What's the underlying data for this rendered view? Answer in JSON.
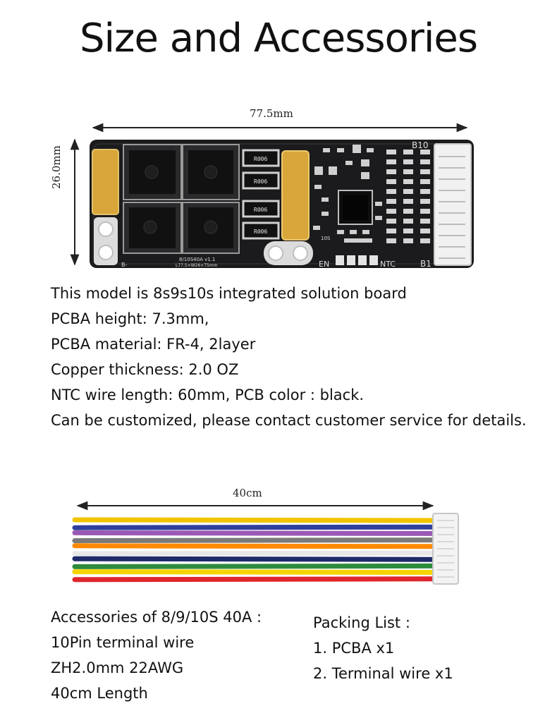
{
  "title": "Size and Accessories",
  "board": {
    "width_label": "77.5mm",
    "height_label": "26.0mm",
    "silkscreen": {
      "top_right": "B10",
      "bottom_right": "B1",
      "en": "EN",
      "ntc": "NTC",
      "model": "8/10S40A v1.1",
      "size_text": "L77.5×W26×T5mm",
      "b_minus": "B-",
      "resistor_code": "R006",
      "resistor_value": "10S"
    },
    "specs": [
      "This model is 8s9s10s integrated solution board",
      "PCBA height: 7.3mm,",
      "PCBA material: FR-4,  2layer",
      "Copper thickness:  2.0 OZ",
      "NTC wire length:  60mm,  PCB color :  black.",
      "Can be customized, please contact customer service for details."
    ]
  },
  "cable": {
    "length_label": "40cm",
    "wire_colors": [
      "#f2c400",
      "#2f3f9e",
      "#9b59b6",
      "#7a7a7a",
      "#ff8a00",
      "#e8e8e8",
      "#1f2a6b",
      "#2e8b3e",
      "#f5d400",
      "#e0262b"
    ]
  },
  "accessories": {
    "lines": [
      "Accessories of  8/9/10S 40A :",
      "10Pin terminal wire",
      "ZH2.0mm 22AWG",
      "40cm Length"
    ]
  },
  "packing": {
    "lines": [
      "Packing List :",
      "1. PCBA x1",
      "2. Terminal wire x1"
    ]
  }
}
